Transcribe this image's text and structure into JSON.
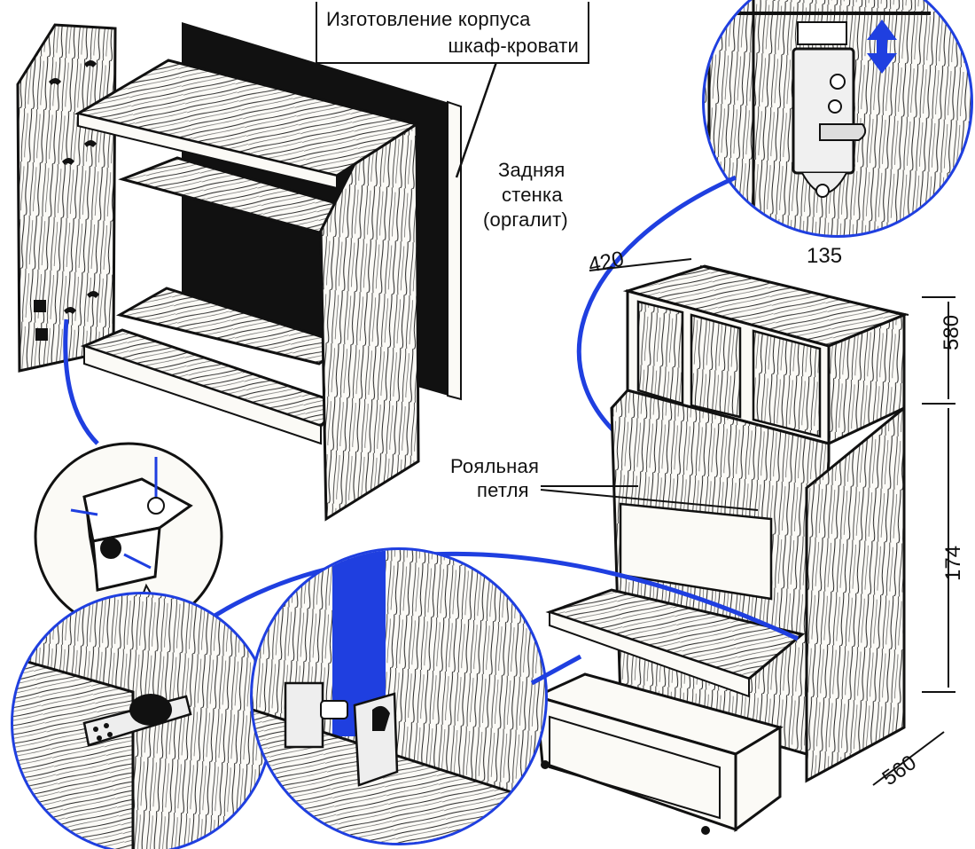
{
  "title": {
    "line1": "Изготовление корпуса",
    "line2": "шкаф-кровати"
  },
  "labels": {
    "back_wall_1": "Задняя",
    "back_wall_2": "стенка",
    "back_wall_3": "(оргалит)",
    "piano_hinge_1": "Рояльная",
    "piano_hinge_2": "петля"
  },
  "dimensions": {
    "depth_top": "420",
    "width_top": "135",
    "height_upper": "580",
    "height_total": "174",
    "depth_base": "560"
  },
  "colors": {
    "ink": "#111111",
    "accent": "#1f3fe0",
    "wood": "#f4f1ea"
  }
}
